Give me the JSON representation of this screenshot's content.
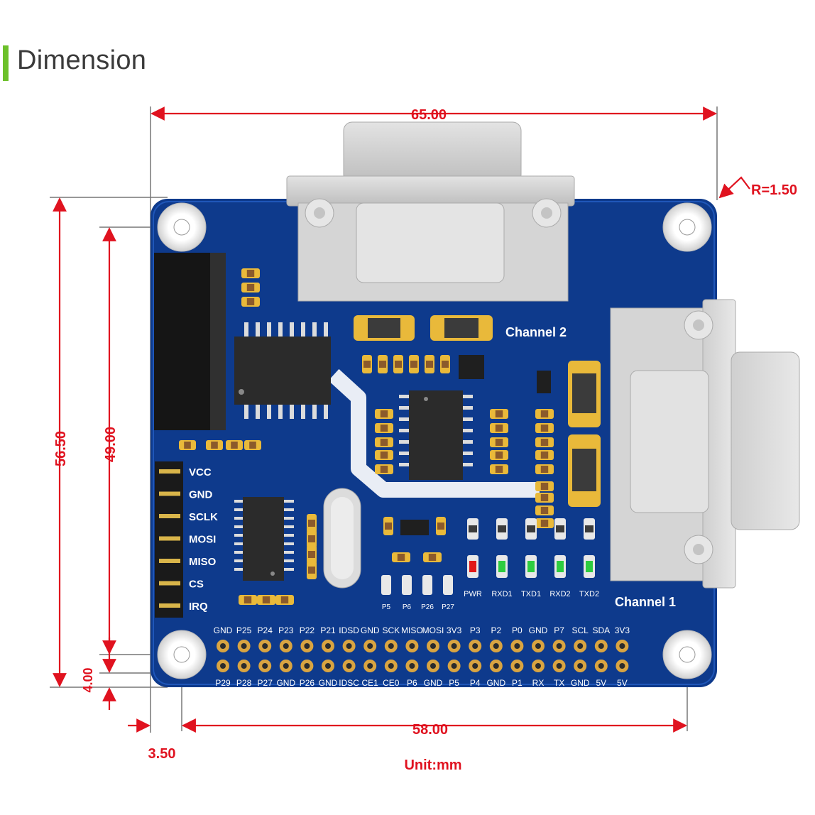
{
  "header": {
    "title": "Dimension",
    "accent_color": "#6cc02a"
  },
  "dimensions": {
    "width": "65.00",
    "hole_spacing_x": "58.00",
    "height": "56.50",
    "hole_spacing_y": "49.00",
    "edge_offset_y": "4.00",
    "edge_offset_x": "3.50",
    "corner_radius": "R=1.50",
    "unit": "Unit:mm"
  },
  "board": {
    "pcb_color": "#0e3a8c",
    "dimension_color": "#e0121f",
    "channel_2": "Channel 2",
    "channel_1": "Channel 1",
    "spi_labels": [
      "VCC",
      "GND",
      "SCLK",
      "MOSI",
      "MISO",
      "CS",
      "IRQ"
    ],
    "jumper_labels": [
      "P5",
      "P6",
      "P26",
      "P27"
    ],
    "led_labels": [
      "PWR",
      "RXD1",
      "TXD1",
      "RXD2",
      "TXD2"
    ],
    "gpio_top": [
      "GND",
      "P25",
      "P24",
      "P23",
      "P22",
      "P21",
      "IDSD",
      "GND",
      "SCK",
      "MISO",
      "MOSI",
      "3V3",
      "P3",
      "P2",
      "P0",
      "GND",
      "P7",
      "SCL",
      "SDA",
      "3V3"
    ],
    "gpio_bottom": [
      "P29",
      "P28",
      "P27",
      "GND",
      "P26",
      "GND",
      "IDSC",
      "CE1",
      "CE0",
      "P6",
      "GND",
      "P5",
      "P4",
      "GND",
      "P1",
      "RX",
      "TX",
      "GND",
      "5V",
      "5V"
    ]
  }
}
